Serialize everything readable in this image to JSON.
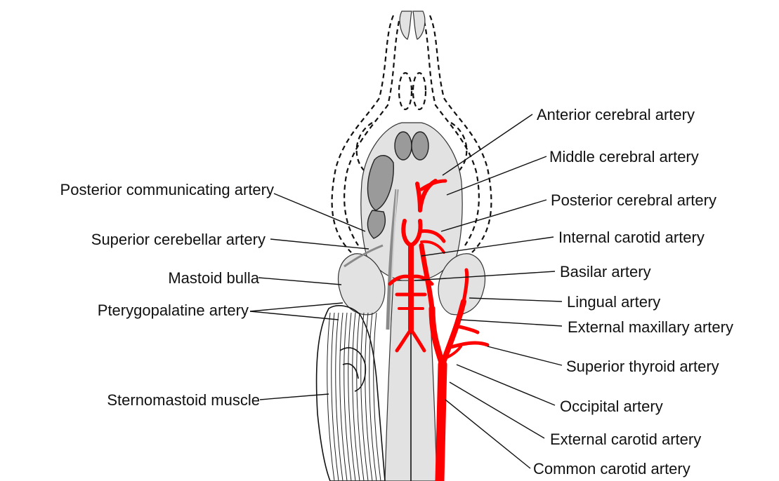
{
  "diagram": {
    "labels_left": [
      {
        "id": "posterior-communicating-artery",
        "text": "Posterior communicating artery"
      },
      {
        "id": "superior-cerebellar-artery",
        "text": "Superior cerebellar artery"
      },
      {
        "id": "mastoid-bulla",
        "text": "Mastoid bulla"
      },
      {
        "id": "pterygopalatine-artery",
        "text": "Pterygopalatine artery"
      },
      {
        "id": "sternomastoid-muscle",
        "text": "Sternomastoid muscle"
      }
    ],
    "labels_right": [
      {
        "id": "anterior-cerebral-artery",
        "text": "Anterior cerebral artery"
      },
      {
        "id": "middle-cerebral-artery",
        "text": "Middle cerebral artery"
      },
      {
        "id": "posterior-cerebral-artery",
        "text": "Posterior cerebral artery"
      },
      {
        "id": "internal-carotid-artery",
        "text": "Internal carotid artery"
      },
      {
        "id": "basilar-artery",
        "text": "Basilar artery"
      },
      {
        "id": "lingual-artery",
        "text": "Lingual artery"
      },
      {
        "id": "external-maxillary-artery",
        "text": "External maxillary artery"
      },
      {
        "id": "superior-thyroid-artery",
        "text": "Superior thyroid artery"
      },
      {
        "id": "occipital-artery",
        "text": "Occipital artery"
      },
      {
        "id": "external-carotid-artery",
        "text": "External carotid artery"
      },
      {
        "id": "common-carotid-artery",
        "text": "Common carotid artery"
      }
    ],
    "colors": {
      "artery": "#ff0000",
      "ink": "#111111",
      "stipple": "#e2e2e2",
      "shade": "#9a9a9a"
    }
  }
}
